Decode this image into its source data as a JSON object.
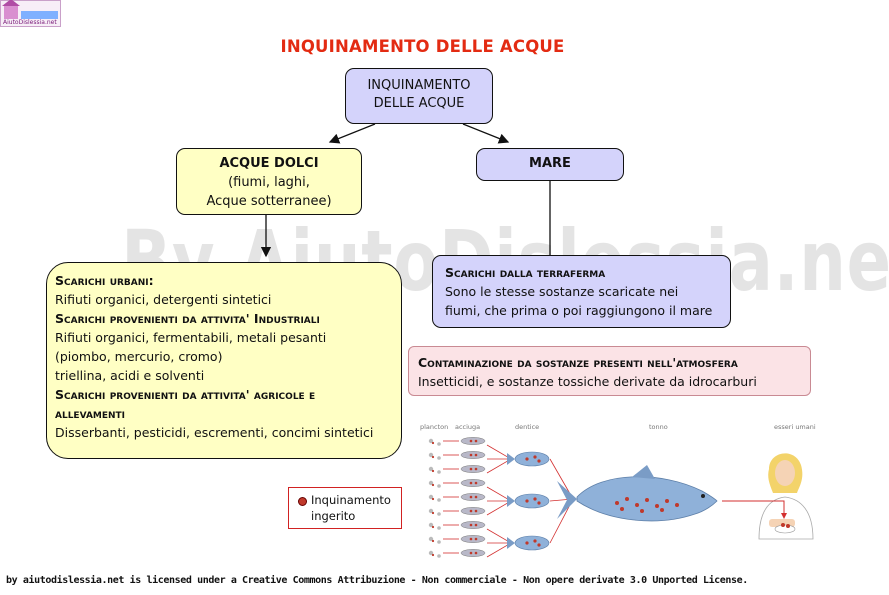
{
  "logo": {
    "text": "AiutoDislessia.net"
  },
  "title": "INQUINAMENTO DELLE ACQUE",
  "watermark": "By AiutoDislessia.net",
  "root": {
    "line1": "INQUINAMENTO",
    "line2": "DELLE ACQUE"
  },
  "dolci": {
    "heading": "ACQUE DOLCI",
    "line1": "(fiumi, laghi,",
    "line2": "Acque sotterranee)"
  },
  "mare": {
    "heading": "MARE"
  },
  "urbani": {
    "h1": "Scarichi urbani:",
    "t1": "Rifiuti organici, detergenti sintetici",
    "h2": "Scarichi provenienti da attivita' Industriali",
    "t2a": "Rifiuti organici, fermentabili, metali pesanti",
    "t2b": "(piombo, mercurio, cromo)",
    "t2c": "triellina, acidi e solventi",
    "h3a": "Scarichi provenienti da attivita' agricole e",
    "h3b": "allevamenti",
    "t3": "Disserbanti, pesticidi, escrementi, concimi sintetici"
  },
  "terraferma": {
    "heading": "Scarichi dalla terraferma",
    "line1": "Sono le stesse sostanze scaricate nei",
    "line2": "fiumi, che prima o poi raggiungono il mare"
  },
  "atmosfera": {
    "heading": "Contaminazione da sostanze presenti nell'atmosfera",
    "line1": "Insetticidi, e sostanze  tossiche derivate da idrocarburi"
  },
  "legend": {
    "line1": "Inquinamento",
    "line2": "ingerito"
  },
  "foodchain": {
    "labels": [
      "plancton",
      "acciuga",
      "dentice",
      "tonno",
      "esseri umani"
    ],
    "colors": {
      "pollutant": "#c0392b",
      "arrow": "#d32f2f",
      "fish": "#8fb1d9"
    }
  },
  "footer": "by aiutodislessia.net is licensed under a Creative Commons Attribuzione - Non commerciale - Non opere derivate 3.0 Unported License."
}
